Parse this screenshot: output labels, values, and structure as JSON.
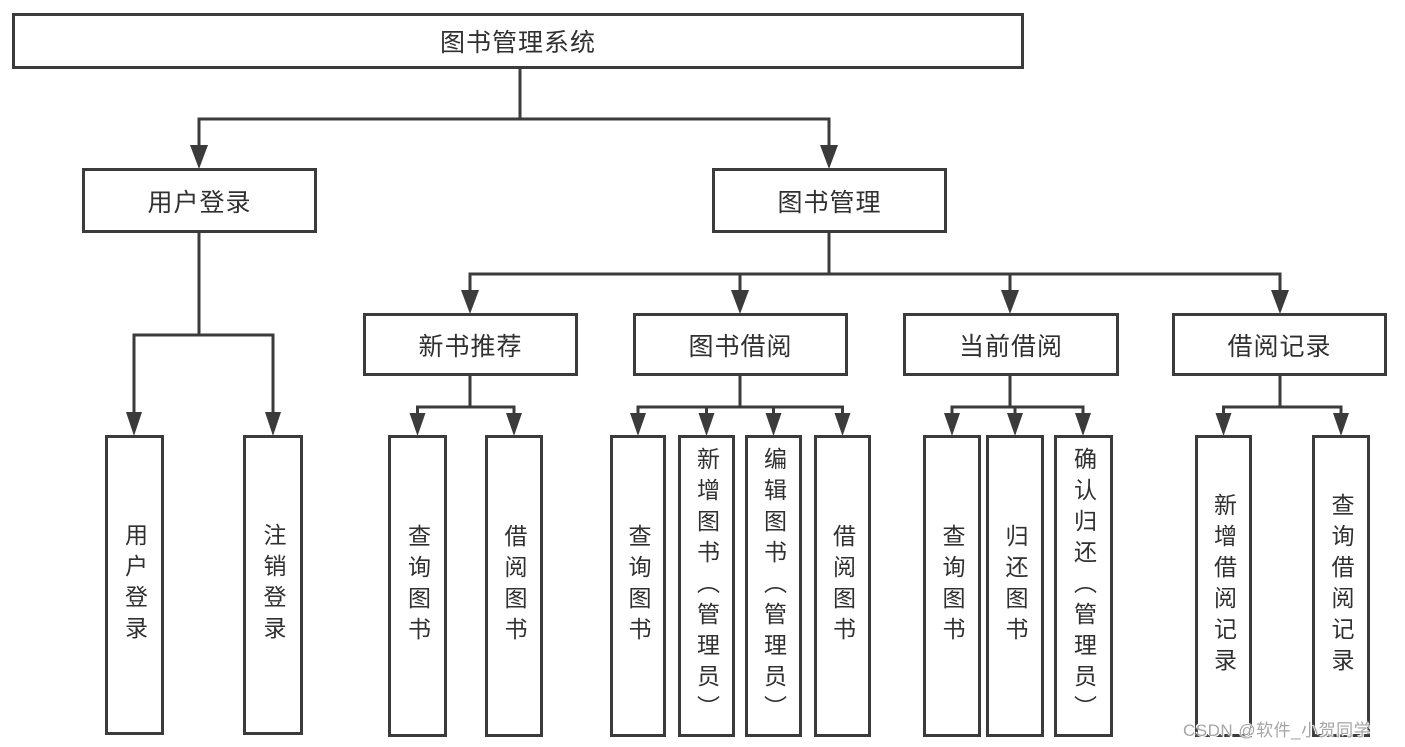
{
  "diagram": {
    "root": {
      "label": "图书管理系统"
    },
    "login": {
      "label": "用户登录",
      "children": [
        {
          "label": "用户登录"
        },
        {
          "label": "注销登录"
        }
      ]
    },
    "management": {
      "label": "图书管理",
      "groups": [
        {
          "label": "新书推荐",
          "children": [
            {
              "label": "查询图书"
            },
            {
              "label": "借阅图书"
            }
          ]
        },
        {
          "label": "图书借阅",
          "children": [
            {
              "label": "查询图书"
            },
            {
              "label": "新增图书（管理员）"
            },
            {
              "label": "编辑图书（管理员）"
            },
            {
              "label": "借阅图书"
            }
          ]
        },
        {
          "label": "当前借阅",
          "children": [
            {
              "label": "查询图书"
            },
            {
              "label": "归还图书"
            },
            {
              "label": "确认归还（管理员）"
            }
          ]
        },
        {
          "label": "借阅记录",
          "children": [
            {
              "label": "新增借阅记录"
            },
            {
              "label": "查询借阅记录"
            }
          ]
        }
      ]
    }
  },
  "watermark": {
    "text": "CSDN @软件_小贺同学"
  },
  "colors": {
    "line": "#3b3b3b",
    "text": "#303030",
    "watermark": "#a5a5a5",
    "background": "#ffffff"
  }
}
